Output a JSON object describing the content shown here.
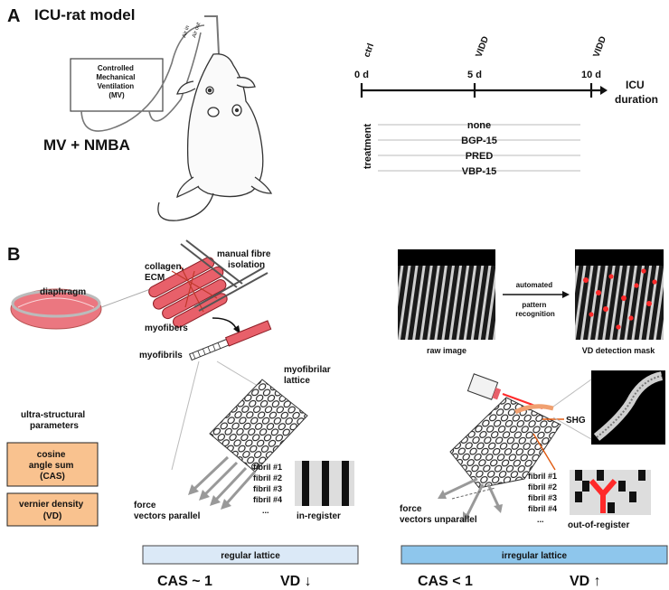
{
  "panel_a": {
    "letter": "A",
    "title": "ICU-rat model",
    "ventilator": [
      "Controlled",
      "Mechanical",
      "Ventilation",
      "(MV)"
    ],
    "air_in": "Air in",
    "air_out": "Air out",
    "condition": "MV + NMBA",
    "timeline": {
      "events": [
        {
          "label": "ctrl",
          "time": "0 d"
        },
        {
          "label": "VIDD",
          "time": "5 d"
        },
        {
          "label": "VIDD",
          "time": "10 d"
        }
      ],
      "axis_label": [
        "ICU",
        "duration"
      ]
    },
    "treatment_label": "treatment",
    "treatments": [
      "none",
      "BGP-15",
      "PRED",
      "VBP-15"
    ]
  },
  "panel_b": {
    "letter": "B",
    "labels": {
      "collagen": [
        "collagen,",
        "ECM"
      ],
      "manual": [
        "manual fibre",
        "isolation"
      ],
      "diaphragm": "diaphragm",
      "myofibers": "myofibers",
      "myofibrils": "myofibrils",
      "lattice": [
        "myofibrilar",
        "lattice"
      ],
      "raw_image": "raw image",
      "automated": [
        "automated",
        "pattern",
        "recognition"
      ],
      "vd_mask": "VD detection mask",
      "shg": "SHG"
    },
    "ultra_title": [
      "ultra-structural",
      "parameters"
    ],
    "params": [
      [
        "cosine",
        "angle sum",
        "(CAS)"
      ],
      [
        "vernier density",
        "(VD)"
      ]
    ],
    "fibrils": [
      "fibril #1",
      "fibril #2",
      "fibril #3",
      "fibril #4",
      "..."
    ],
    "left": {
      "force": [
        "force",
        "vectors parallel"
      ],
      "register": "in-register",
      "lattice_label": "regular lattice",
      "cas": "CAS ~ 1",
      "vd": "VD ↓"
    },
    "right": {
      "force": [
        "force",
        "vectors unparallel"
      ],
      "register": "out-of-register",
      "lattice_label": "irregular lattice",
      "cas": "CAS < 1",
      "vd": "VD ↑"
    },
    "colors": {
      "param_box": "#f9c28f",
      "regular_bar": "#dbe9f7",
      "irregular_bar": "#8ec6ec",
      "muscle": "#e8606a",
      "vd_marker": "#ff2a2a"
    }
  }
}
